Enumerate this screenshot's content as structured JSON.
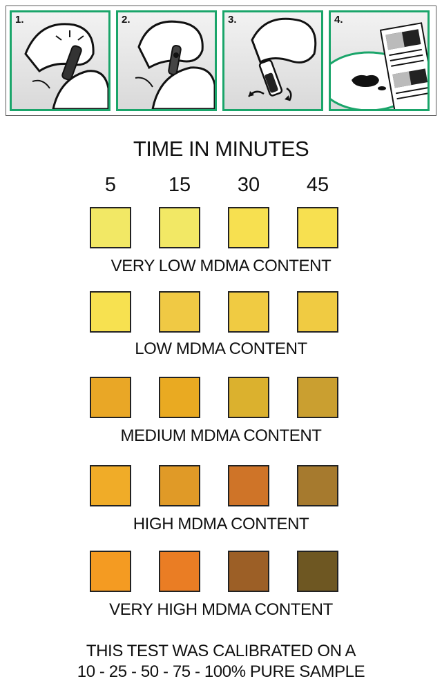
{
  "steps": [
    {
      "number": "1.",
      "icon": "hand-snap-ampoule-icon"
    },
    {
      "number": "2.",
      "icon": "hand-insert-ampoule-icon"
    },
    {
      "number": "3.",
      "icon": "hand-shake-tube-icon"
    },
    {
      "number": "4.",
      "icon": "compare-color-chart-icon"
    }
  ],
  "title": "TIME IN MINUTES",
  "time_labels": [
    "5",
    "15",
    "30",
    "45"
  ],
  "rows": [
    {
      "label": "VERY LOW MDMA CONTENT",
      "colors": [
        "#f2e865",
        "#f2e865",
        "#f7e050",
        "#f7e050"
      ]
    },
    {
      "label": "LOW MDMA CONTENT",
      "colors": [
        "#f7e150",
        "#f0c944",
        "#f0cb42",
        "#f0cb42"
      ]
    },
    {
      "label": "MEDIUM MDMA CONTENT",
      "colors": [
        "#e9a726",
        "#e9aa22",
        "#dbb12e",
        "#ca9f30"
      ]
    },
    {
      "label": "HIGH MDMA CONTENT",
      "colors": [
        "#f0ac28",
        "#e09a27",
        "#cf7428",
        "#a67a2e"
      ]
    },
    {
      "label": "VERY HIGH MDMA CONTENT",
      "colors": [
        "#f49b22",
        "#ea7d24",
        "#9c5f26",
        "#6e5722"
      ]
    }
  ],
  "footer": {
    "line1": "THIS TEST WAS CALIBRATED ON A",
    "line2": "10 - 25 - 50 - 75 - 100% PURE SAMPLE"
  },
  "accent_color": "#1aa56a"
}
